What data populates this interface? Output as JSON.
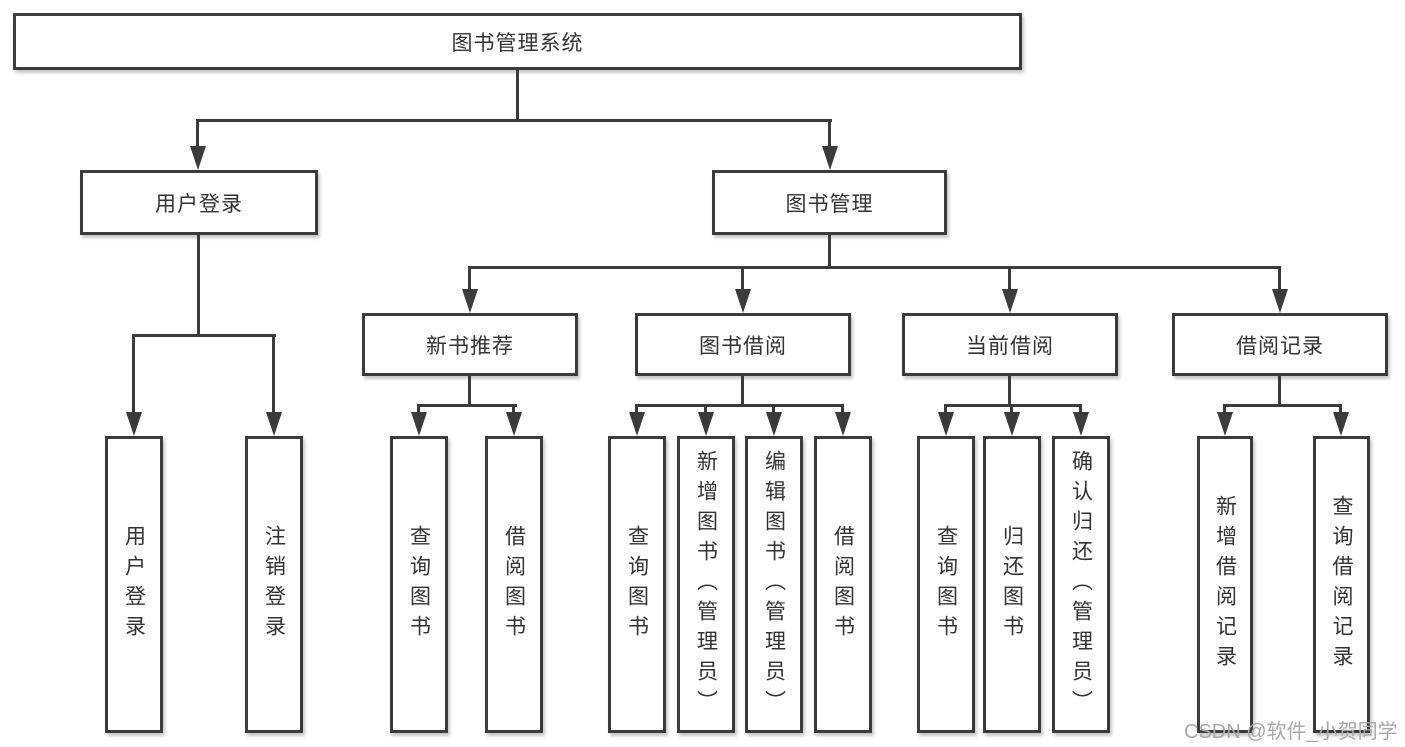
{
  "colors": {
    "line": "#3b3b3b",
    "text": "#333333",
    "background": "#ffffff",
    "watermark_color": "#a9a9a9"
  },
  "watermark": {
    "text": "CSDN @软件_小贺同学"
  },
  "tree": {
    "root": {
      "label": "图书管理系统"
    },
    "branches": [
      {
        "label": "用户登录",
        "children": [
          {
            "label": "用户登录"
          },
          {
            "label": "注销登录"
          }
        ]
      },
      {
        "label": "图书管理",
        "children": [
          {
            "label": "新书推荐",
            "children": [
              {
                "label": "查询图书"
              },
              {
                "label": "借阅图书"
              }
            ]
          },
          {
            "label": "图书借阅",
            "children": [
              {
                "label": "查询图书"
              },
              {
                "label": "新增图书（管理员）"
              },
              {
                "label": "编辑图书（管理员）"
              },
              {
                "label": "借阅图书"
              }
            ]
          },
          {
            "label": "当前借阅",
            "children": [
              {
                "label": "查询图书"
              },
              {
                "label": "归还图书"
              },
              {
                "label": "确认归还（管理员）"
              }
            ]
          },
          {
            "label": "借阅记录",
            "children": [
              {
                "label": "新增借阅记录"
              },
              {
                "label": "查询借阅记录"
              }
            ]
          }
        ]
      }
    ]
  }
}
